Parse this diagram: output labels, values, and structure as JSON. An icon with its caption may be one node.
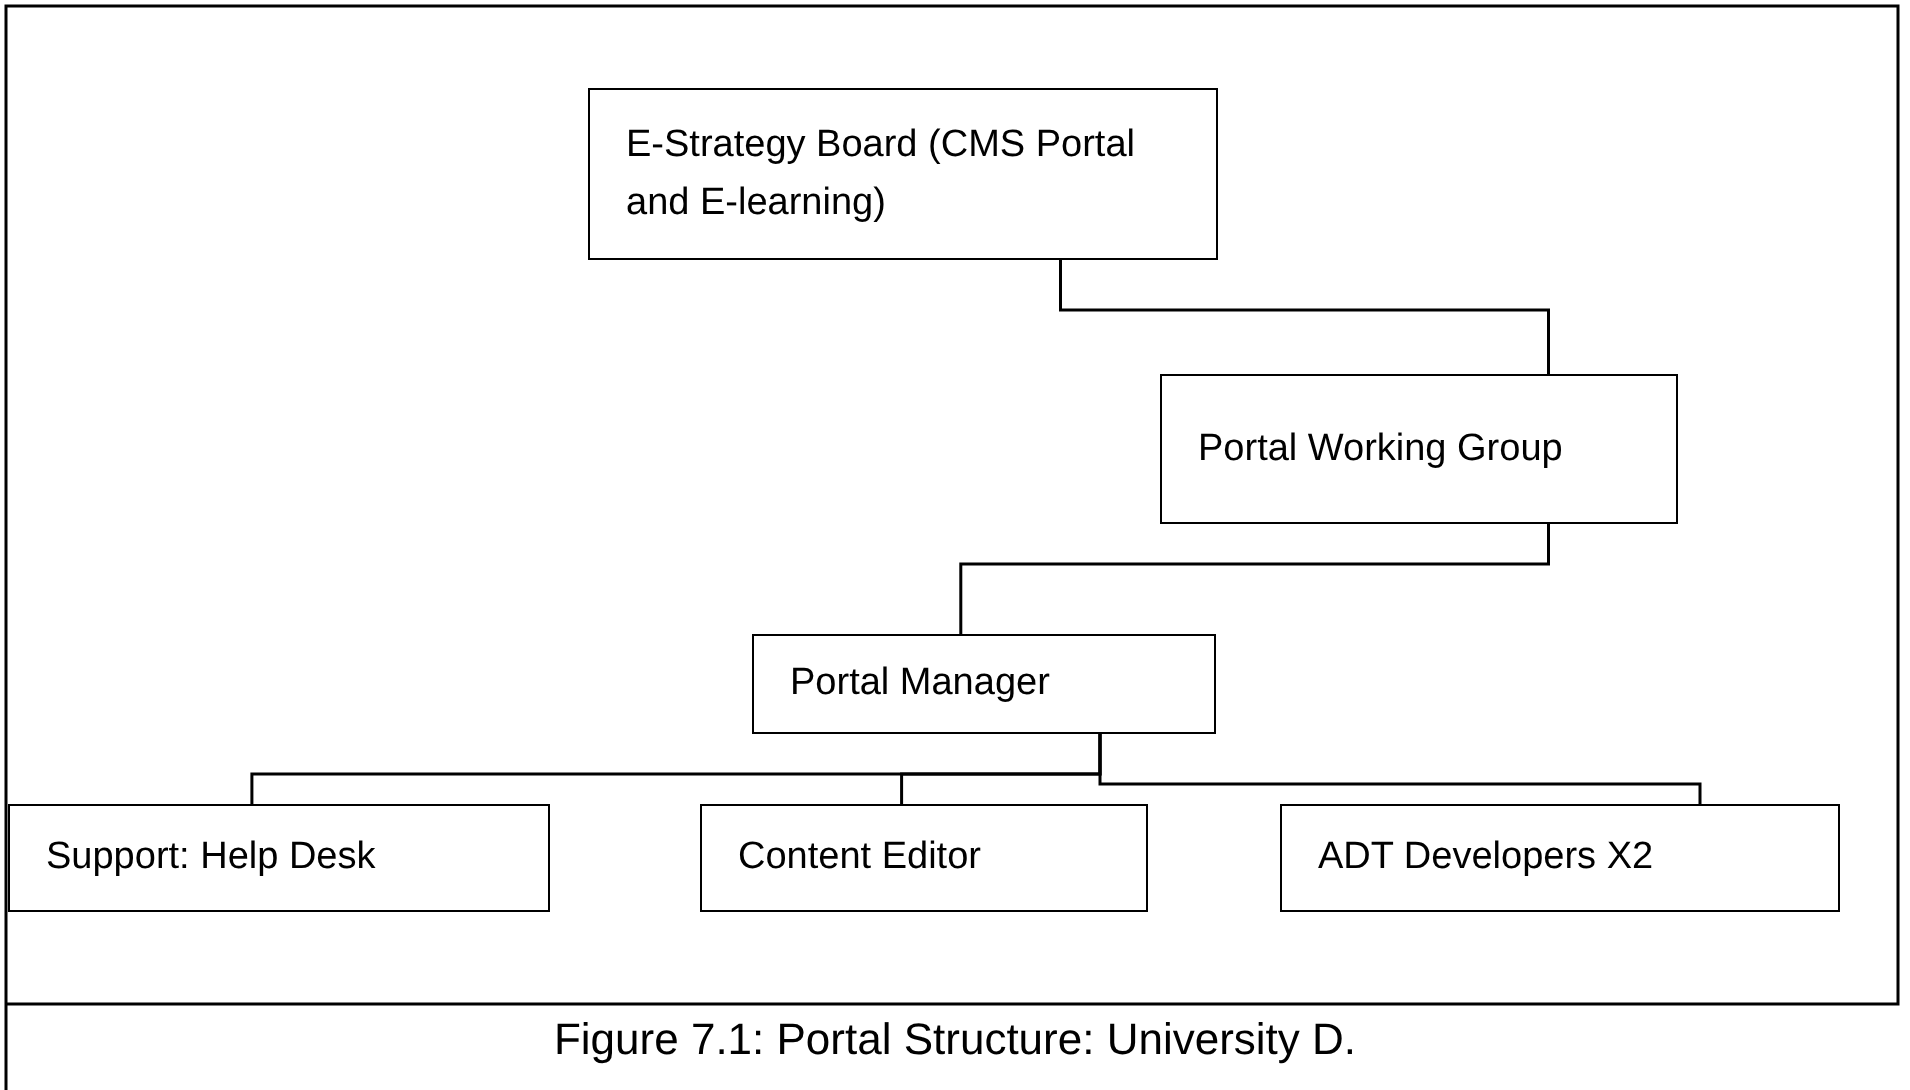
{
  "diagram": {
    "caption": "Figure 7.1: Portal Structure: University D.",
    "nodes": [
      {
        "text": [
          "E-Strategy Board (CMS Portal and E-learning)"
        ]
      },
      {
        "text": [
          "Portal Working Group"
        ]
      },
      {
        "text": [
          "Portal Manager"
        ]
      },
      {
        "text": [
          "Support: Help Desk"
        ]
      },
      {
        "text": [
          "Content Editor"
        ]
      },
      {
        "text": [
          "ADT Developers X2"
        ]
      }
    ],
    "edges": [
      {
        "from": 0,
        "to": 1,
        "arrow": "none"
      },
      {
        "from": 1,
        "to": 2,
        "arrow": "none"
      },
      {
        "from": 2,
        "to": 3,
        "arrow": "none"
      },
      {
        "from": 2,
        "to": 4,
        "arrow": "none"
      },
      {
        "from": 2,
        "to": 5,
        "arrow": "none"
      }
    ]
  }
}
